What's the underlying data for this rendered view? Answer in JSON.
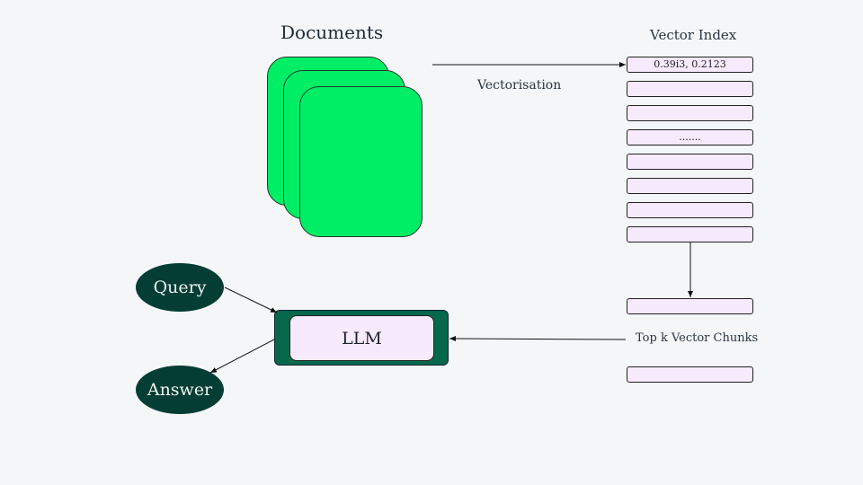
{
  "documents": {
    "title": "Documents",
    "stack_count": 3,
    "fill_color": "#00ee66"
  },
  "vectorisation": {
    "label": "Vectorisation"
  },
  "vector_index": {
    "title": "Vector Index",
    "rows": [
      "0.39i3, 0.2123",
      "",
      "",
      ".......",
      "",
      "",
      "",
      ""
    ],
    "fill_color": "#f6eafc"
  },
  "top_k": {
    "label": "Top k Vector Chunks",
    "rows": [
      "",
      ""
    ]
  },
  "llm": {
    "label": "LLM",
    "outer_color": "#06684b"
  },
  "query": {
    "label": "Query"
  },
  "answer": {
    "label": "Answer"
  },
  "node_color": "#033d34"
}
